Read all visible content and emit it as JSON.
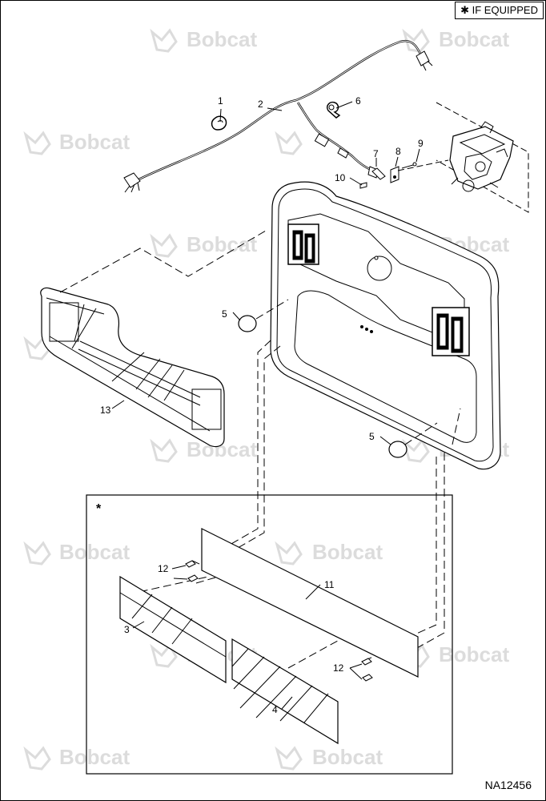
{
  "header": {
    "note": "✱ IF EQUIPPED"
  },
  "watermark": {
    "brand": "Bobcat"
  },
  "footer": {
    "doc_id": "NA12456"
  },
  "callouts": {
    "c1": "1",
    "c2": "2",
    "c3": "3",
    "c4": "4",
    "c5a": "5",
    "c5b": "5",
    "c6": "6",
    "c7": "7",
    "c8": "8",
    "c9": "9",
    "c10": "10",
    "c11": "11",
    "c12a": "12",
    "c12b": "12",
    "c13": "13"
  },
  "inset": {
    "mark": "*"
  }
}
